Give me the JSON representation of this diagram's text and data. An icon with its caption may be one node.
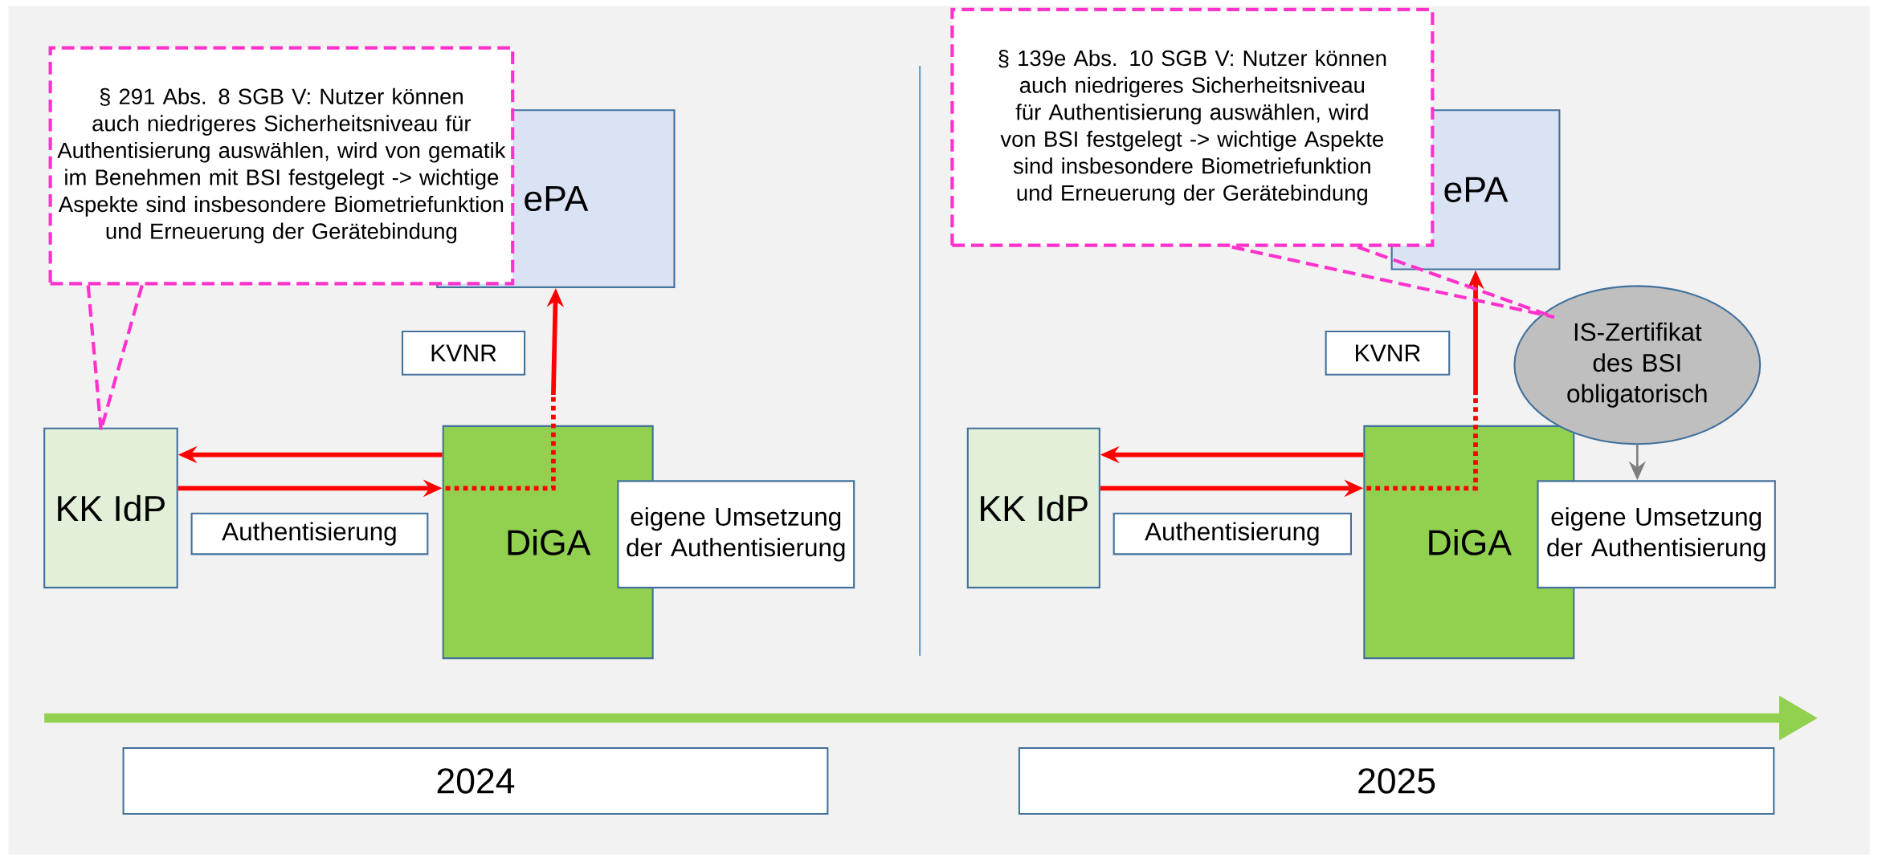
{
  "diagram": {
    "nodes": [
      {
        "text": [
          "§ 291 Abs. 8 SGB V: Nutzer können auch niedrigeres Sicherheitsniveau für Authentisierung auswählen, wird von gematik im Benehmen mit BSI festgelegt -> wichtige Aspekte sind insbesondere Biometriefunktion und Erneuerung der Gerätebindung"
        ]
      },
      {
        "text": [
          "ePA"
        ]
      },
      {
        "text": [
          "KVNR"
        ]
      },
      {
        "text": [
          "KK IdP"
        ]
      },
      {
        "text": [
          "Authentisierung"
        ]
      },
      {
        "text": [
          "DiGA"
        ]
      },
      {
        "text": [
          "eigene Umsetzung der Authentisierung"
        ]
      },
      {
        "text": [
          "§ 139e Abs. 10 SGB V: Nutzer können auch niedrigeres Sicherheitsniveau für Authentisierung auswählen, wird von BSI festgelegt -> wichtige Aspekte sind insbesondere Biometriefunktion und Erneuerung der Gerätebindung"
        ]
      },
      {
        "text": [
          "ePA"
        ]
      },
      {
        "text": [
          "KVNR"
        ]
      },
      {
        "text": [
          "KK IdP"
        ]
      },
      {
        "text": [
          "Authentisierung"
        ]
      },
      {
        "text": [
          "DiGA"
        ]
      },
      {
        "text": [
          "eigene Umsetzung der Authentisierung"
        ]
      },
      {
        "text": [
          "IS-Zertifikat des BSI obligatorisch"
        ]
      },
      {
        "text": [
          "2024"
        ]
      },
      {
        "text": [
          "2025"
        ]
      }
    ],
    "edges": [
      {
        "from": 0,
        "to": 3,
        "arrow": "none",
        "style": "dashed",
        "color": "#ff33cc"
      },
      {
        "from": 5,
        "to": 3,
        "arrow": "to"
      },
      {
        "from": 3,
        "to": 5,
        "arrow": "to"
      },
      {
        "from": 5,
        "to": 1,
        "arrow": "to",
        "style": "dashed"
      },
      {
        "from": 12,
        "to": 10,
        "arrow": "to"
      },
      {
        "from": 10,
        "to": 12,
        "arrow": "to"
      },
      {
        "from": 12,
        "to": 8,
        "arrow": "to",
        "style": "dashed"
      },
      {
        "from": 7,
        "to": 14,
        "arrow": "none",
        "style": "dashed",
        "color": "#ff33cc"
      },
      {
        "from": 14,
        "to": 13,
        "arrow": "to",
        "color": "#7f7f7f"
      }
    ]
  }
}
